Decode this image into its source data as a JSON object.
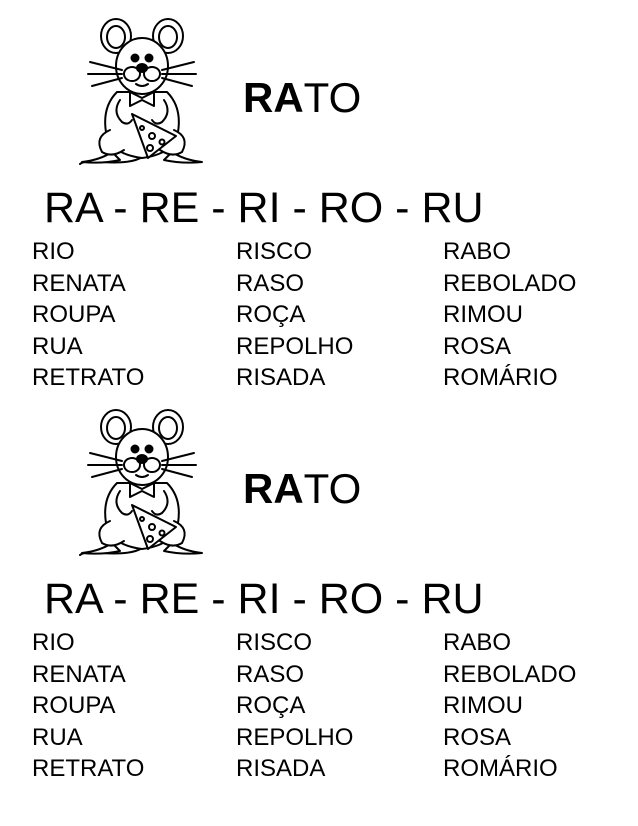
{
  "sections": [
    {
      "title_bold": "RA",
      "title_rest": "TO",
      "syllables": "RA - RE - RI - RO - RU",
      "columns": [
        [
          "RIO",
          "RENATA",
          "ROUPA",
          "RUA",
          "RETRATO"
        ],
        [
          "RISCO",
          "RASO",
          "ROÇA",
          "REPOLHO",
          "RISADA"
        ],
        [
          "RABO",
          "REBOLADO",
          "RIMOU",
          "ROSA",
          "ROMÁRIO"
        ]
      ]
    },
    {
      "title_bold": "RA",
      "title_rest": "TO",
      "syllables": "RA - RE - RI - RO - RU",
      "columns": [
        [
          "RIO",
          "RENATA",
          "ROUPA",
          "RUA",
          "RETRATO"
        ],
        [
          "RISCO",
          "RASO",
          "ROÇA",
          "REPOLHO",
          "RISADA"
        ],
        [
          "RABO",
          "REBOLADO",
          "RIMOU",
          "ROSA",
          "ROMÁRIO"
        ]
      ]
    }
  ]
}
